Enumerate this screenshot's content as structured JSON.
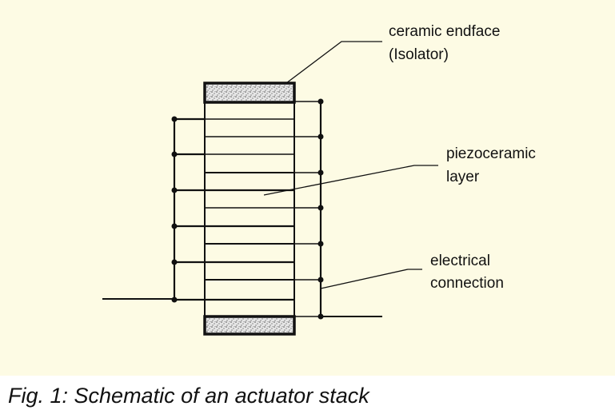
{
  "diagram": {
    "labels": {
      "endface_line1": "ceramic endface",
      "endface_line2": "(Isolator)",
      "layer_line1": "piezoceramic",
      "layer_line2": "layer",
      "connection_line1": "electrical",
      "connection_line2": "connection"
    },
    "colors": {
      "background": "#fdfbe4",
      "ink": "#111111",
      "isolator_fill": "#cfcfcf"
    }
  },
  "caption": "Fig. 1: Schematic of an actuator stack"
}
